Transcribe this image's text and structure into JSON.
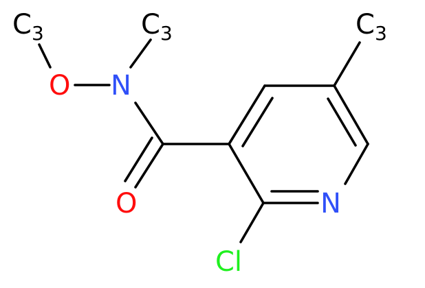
{
  "molecule": {
    "atoms": {
      "methoxy_carbon": {
        "element": "C",
        "hydrogens": "3",
        "color": "#000000"
      },
      "n_methyl_carbon": {
        "element": "C",
        "hydrogens": "3",
        "color": "#000000"
      },
      "ring_methyl_carbon": {
        "element": "C",
        "hydrogens": "3",
        "color": "#000000"
      },
      "oxygen_ether": {
        "element": "O",
        "color": "#ff0d0d"
      },
      "nitrogen_amide": {
        "element": "N",
        "color": "#3050f8"
      },
      "oxygen_carbonyl": {
        "element": "O",
        "color": "#ff0d0d"
      },
      "nitrogen_ring": {
        "element": "N",
        "color": "#3050f8"
      },
      "chlorine": {
        "element": "Cl",
        "color": "#1ff01f"
      }
    },
    "bond_color": "#000000"
  }
}
